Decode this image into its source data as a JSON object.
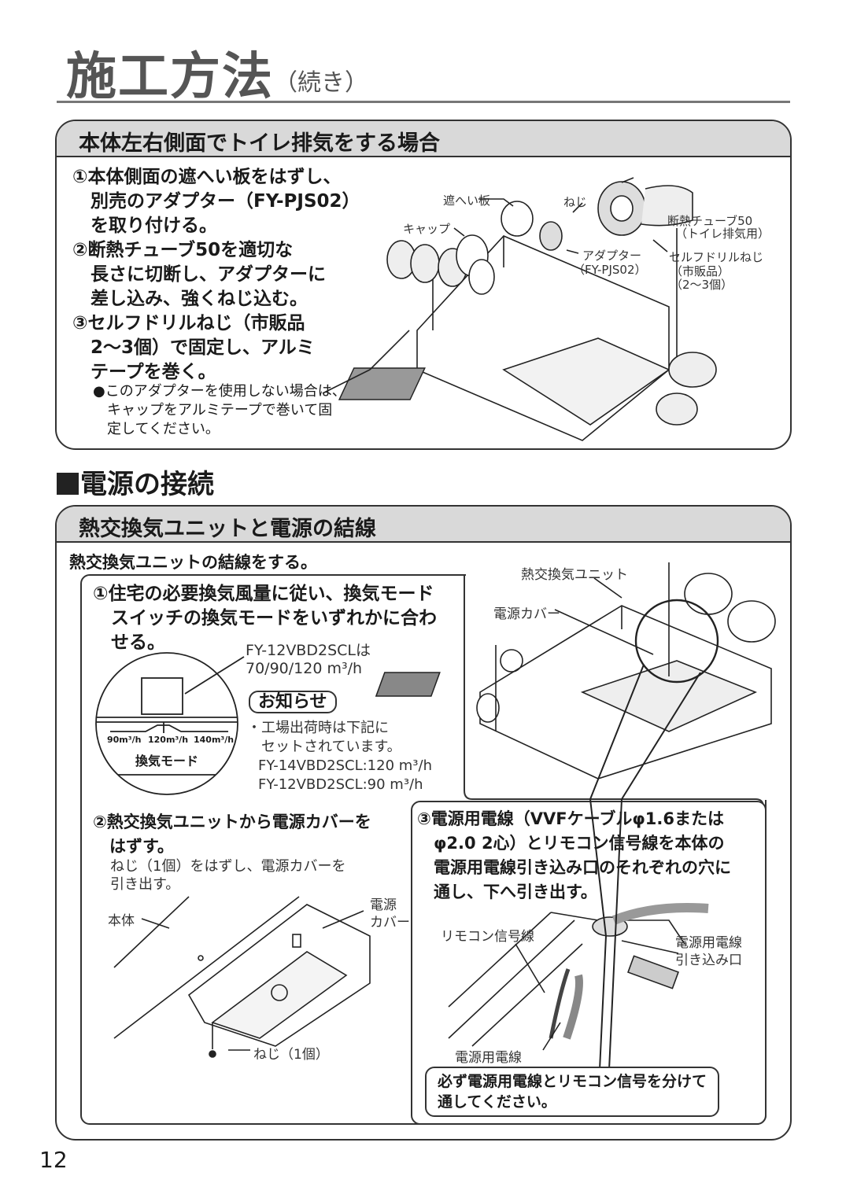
{
  "title": {
    "main": "施工方法",
    "sub": "（続き）"
  },
  "side_panel": {
    "heading": "本体左右側面でトイレ排気をする場合",
    "steps": [
      "①本体側面の遮へい板をはずし、",
      "　別売のアダプター（FY-PJS02）",
      "　を取り付ける。",
      "②断熱チューブ50を適切な",
      "　長さに切断し、アダプターに",
      "　差し込み、強くねじ込む。",
      "③セルフドリルねじ（市販品",
      "　2〜3個）で固定し、アルミ",
      "　テープを巻く。"
    ],
    "note": [
      "●このアダプターを使用しない場合は、",
      "　キャップをアルミテープで巻いて固",
      "　定してください。"
    ],
    "labels": {
      "shield": "遮へい板",
      "screw": "ねじ",
      "cap": "キャップ",
      "tube": "断熱チューブ50",
      "tube_sub": "（トイレ排気用）",
      "adapter": "アダプター",
      "adapter_model": "（FY-PJS02）",
      "drill": "セルフドリルねじ",
      "drill_sub1": "（市販品）",
      "drill_sub2": "（2〜3個）"
    }
  },
  "power_section": {
    "heading": "電源の接続"
  },
  "power_panel": {
    "heading": "熱交換気ユニットと電源の結線",
    "intro": "熱交換気ユニットの結線をする。",
    "step1": [
      "①住宅の必要換気風量に従い、換気モード",
      "　スイッチの換気モードをいずれかに合わ",
      "　せる。"
    ],
    "model_line1": "FY-12VBD2SCLは",
    "model_line2": "70/90/120 m³/h",
    "switch_ticks": [
      "90m³/h",
      "120m³/h",
      "140m³/h"
    ],
    "switch_label": "換気モード",
    "oshirase": "お知らせ",
    "factory": [
      "・工場出荷時は下記に",
      "　セットされています。",
      "FY-14VBD2SCL:120 m³/h",
      "FY-12VBD2SCL:90 m³/h"
    ],
    "unit_label": "熱交換気ユニット",
    "cover_label": "電源カバー",
    "step2": [
      "②熱交換気ユニットから電源カバーを",
      "　はずす。"
    ],
    "step2_note": [
      "ねじ（1個）をはずし、電源カバーを",
      "引き出す。"
    ],
    "body_label": "本体",
    "cover_label2a": "電源",
    "cover_label2b": "カバー",
    "screw_label": "ねじ（1個）",
    "step3": [
      "③電源用電線（VVFケーブルφ1.6または",
      "　φ2.0 2心）とリモコン信号線を本体の",
      "　電源用電線引き込み口のそれぞれの穴に",
      "　通し、下へ引き出す。"
    ],
    "remote_label": "リモコン信号線",
    "inlet_label1": "電源用電線",
    "inlet_label2": "引き込み口",
    "wire_label": "電源用電線",
    "warning": [
      "必ず電源用電線とリモコン信号を分けて",
      "通してください。"
    ]
  },
  "page_number": "12"
}
